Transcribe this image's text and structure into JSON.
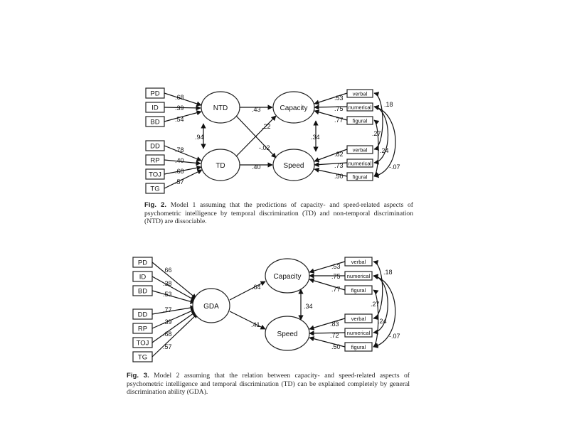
{
  "figure2": {
    "caption_label": "Fig. 2.",
    "caption_text": "Model 1 assuming that the predictions of capacity- and speed-related aspects of psychometric intelligence by temporal discrimination (TD) and non-temporal discrimination (NTD) are dissociable.",
    "indicators": [
      "PD",
      "ID",
      "BD",
      "DD",
      "RP",
      "TOJ",
      "TG"
    ],
    "indicator_loadings": [
      ".68",
      ".39",
      ".54",
      ".78",
      ".40",
      ".68",
      ".57"
    ],
    "latents": {
      "ntd": "NTD",
      "td": "TD",
      "capacity": "Capacity",
      "speed": "Speed"
    },
    "ntd_td_corr": ".94",
    "paths": {
      "ntd_capacity": ".43",
      "td_capacity": ".22",
      "ntd_speed": "-.02",
      "td_speed": ".40"
    },
    "capacity_speed_corr": ".34",
    "outcomes_capacity": [
      "verbal",
      "numerical",
      "figural"
    ],
    "outcomes_speed": [
      "verbal",
      "numerical",
      "figural"
    ],
    "capacity_loadings": [
      ".53",
      ".75",
      ".77"
    ],
    "speed_loadings": [
      ".82",
      ".73",
      ".50"
    ],
    "residual_corrs": {
      "verbal": ".18",
      "numerical": ".24",
      "figural": ".27",
      "extra": "-.07"
    }
  },
  "figure3": {
    "caption_label": "Fig. 3.",
    "caption_text": "Model 2 assuming that the relation between capacity- and speed-related aspects of psychometric intelligence and temporal discrimination (TD) can be explained completely by general discrimination ability (GDA).",
    "indicators": [
      "PD",
      "ID",
      "BD",
      "DD",
      "RP",
      "TOJ",
      "TG"
    ],
    "indicator_loadings": [
      ".66",
      ".38",
      ".53",
      ".77",
      ".39",
      ".68",
      ".57"
    ],
    "latents": {
      "gda": "GDA",
      "capacity": "Capacity",
      "speed": "Speed"
    },
    "paths": {
      "gda_capacity": ".64",
      "gda_speed": ".41"
    },
    "capacity_speed_corr": ".34",
    "outcomes_capacity": [
      "verbal",
      "numerical",
      "figural"
    ],
    "outcomes_speed": [
      "verbal",
      "numerical",
      "figural"
    ],
    "capacity_loadings": [
      ".53",
      ".75",
      ".77"
    ],
    "speed_loadings": [
      ".83",
      ".72",
      ".50"
    ],
    "residual_corrs": {
      "verbal": ".18",
      "numerical": ".24",
      "figural": ".27",
      "extra": "-.07"
    }
  }
}
